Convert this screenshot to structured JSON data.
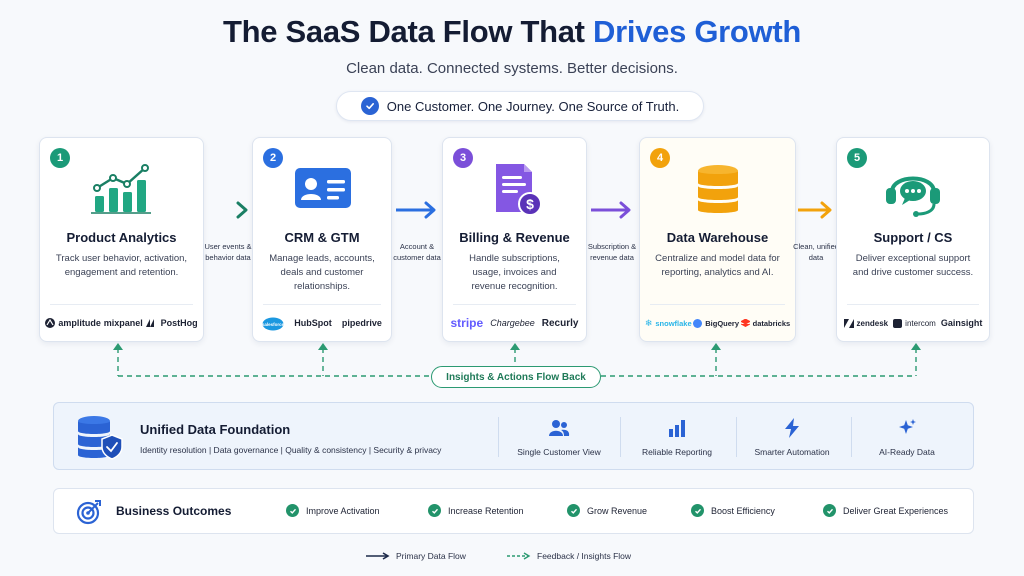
{
  "header": {
    "title_main": "The SaaS Data Flow That ",
    "title_accent": "Drives Growth",
    "subtitle": "Clean data. Connected systems. Better decisions.",
    "tagline": "One Customer. One Journey. One Source of Truth."
  },
  "colors": {
    "brand_blue": "#1f5fd6",
    "step1": "#1b9a78",
    "step2": "#2b6fe0",
    "step3": "#7b4fd9",
    "step4": "#f2a20c",
    "step5": "#1b9a78",
    "feedback": "#2c9a72"
  },
  "steps": [
    {
      "number": "1",
      "title": "Product Analytics",
      "description": "Track user behavior, activation, engagement and retention.",
      "icon": "bar-chart-trend-icon",
      "logos": [
        "amplitude",
        "mixpanel",
        "PostHog"
      ]
    },
    {
      "number": "2",
      "title": "CRM & GTM",
      "description": "Manage leads, accounts, deals and customer relationships.",
      "icon": "contact-card-icon",
      "logos": [
        "salesforce",
        "HubSpot",
        "pipedrive"
      ]
    },
    {
      "number": "3",
      "title": "Billing & Revenue",
      "description": "Handle subscriptions, usage, invoices and revenue recognition.",
      "icon": "invoice-dollar-icon",
      "logos": [
        "stripe",
        "Chargebee",
        "Recurly"
      ]
    },
    {
      "number": "4",
      "title": "Data Warehouse",
      "description": "Centralize and model data for reporting, analytics and AI.",
      "icon": "database-icon",
      "logos": [
        "snowflake",
        "BigQuery",
        "databricks"
      ]
    },
    {
      "number": "5",
      "title": "Support / CS",
      "description": "Deliver exceptional support and drive customer success.",
      "icon": "headset-chat-icon",
      "logos": [
        "zendesk",
        "intercom",
        "Gainsight"
      ]
    }
  ],
  "flows": [
    {
      "label": "User events & behavior data"
    },
    {
      "label": "Account & customer data"
    },
    {
      "label": "Subscription & revenue data"
    },
    {
      "label": "Clean, unified data"
    }
  ],
  "feedback": {
    "label": "Insights & Actions Flow Back"
  },
  "foundation": {
    "title": "Unified Data Foundation",
    "subtitle": "Identity resolution  |  Data governance  |  Quality & consistency  |  Security & privacy",
    "features": [
      {
        "label": "Single Customer View",
        "icon": "people-icon"
      },
      {
        "label": "Reliable Reporting",
        "icon": "bar-chart-icon"
      },
      {
        "label": "Smarter Automation",
        "icon": "lightning-icon"
      },
      {
        "label": "AI-Ready Data",
        "icon": "sparkle-icon"
      }
    ]
  },
  "outcomes": {
    "title": "Business Outcomes",
    "items": [
      "Improve Activation",
      "Increase Retention",
      "Grow Revenue",
      "Boost Efficiency",
      "Deliver Great Experiences"
    ]
  },
  "legend": {
    "primary": "Primary Data Flow",
    "feedback": "Feedback / Insights Flow"
  }
}
